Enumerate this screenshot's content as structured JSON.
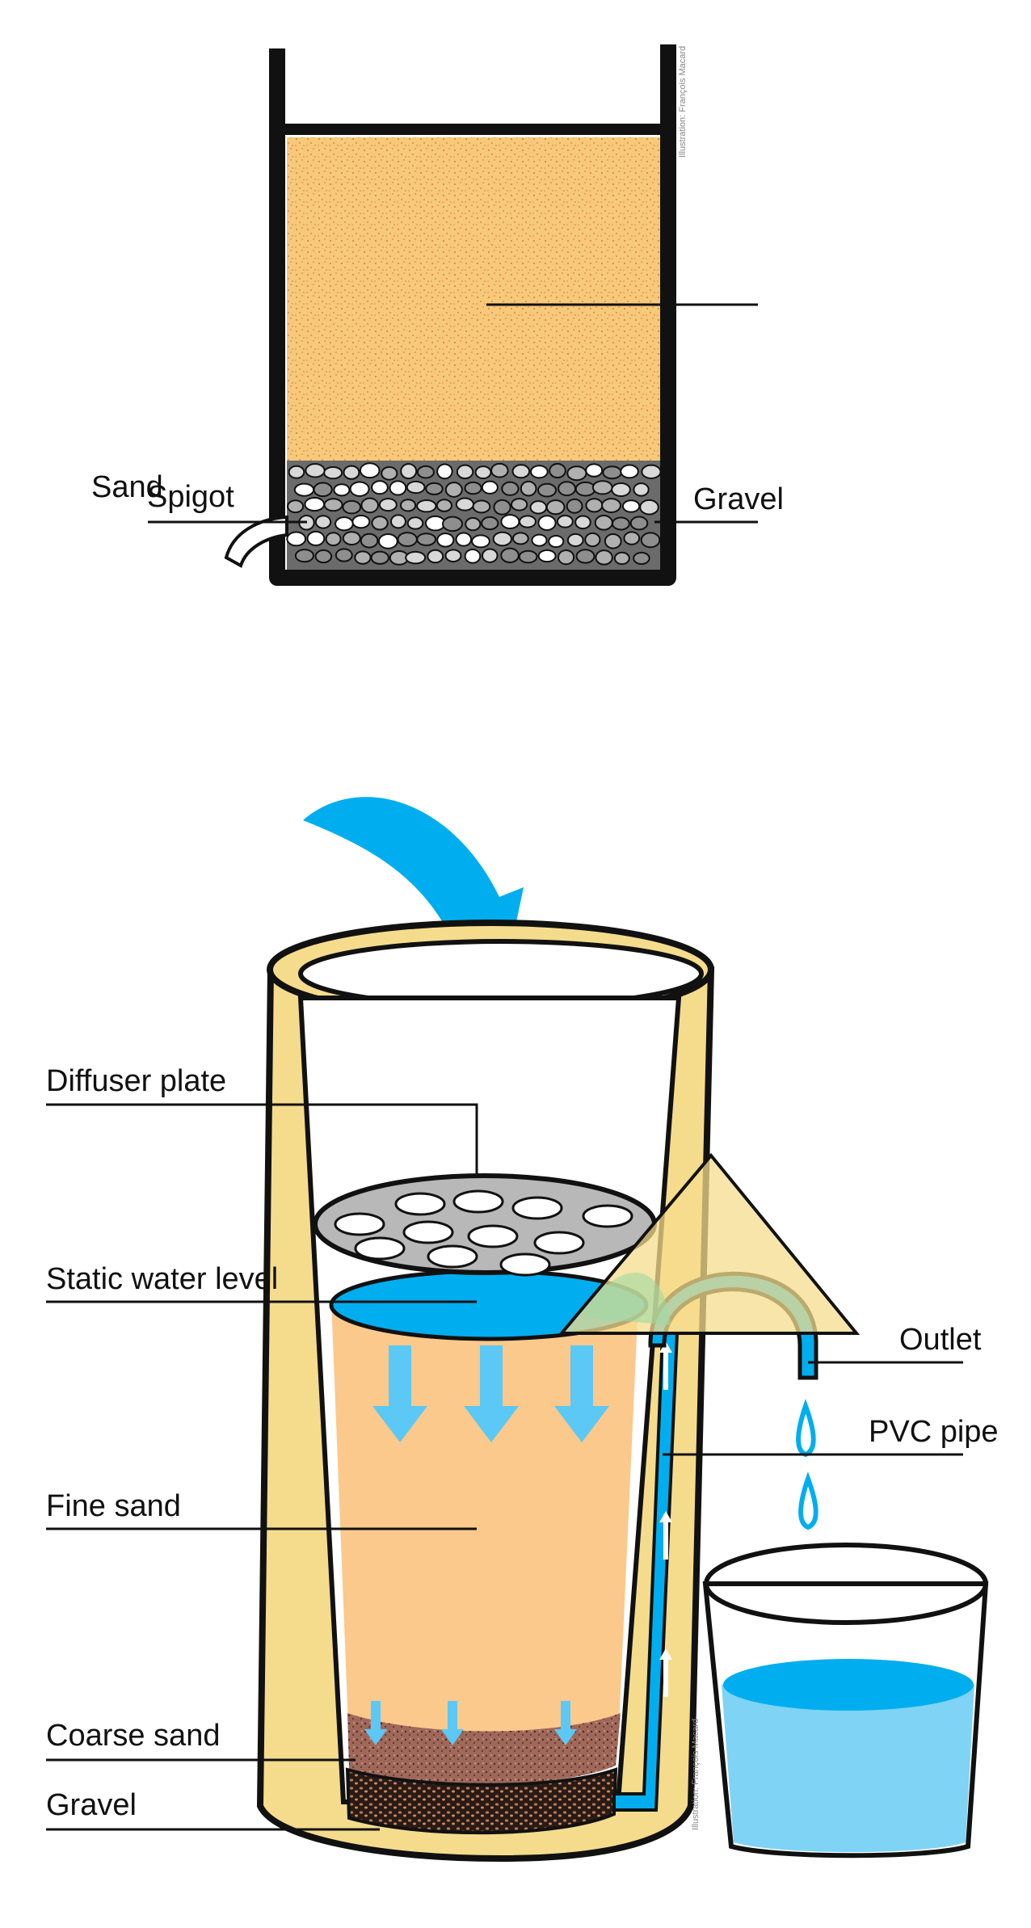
{
  "diagram1": {
    "labels": {
      "sand": "Sand",
      "spigot": "Spigot",
      "gravel": "Gravel"
    },
    "credit": "Illustration: François Macard"
  },
  "diagram2": {
    "labels": {
      "diffuser_plate": "Diffuser plate",
      "static_water_level": "Static water level",
      "fine_sand": "Fine sand",
      "coarse_sand": "Coarse sand",
      "gravel": "Gravel",
      "outlet": "Outlet",
      "pvc_pipe": "PVC pipe"
    },
    "credit": "Illustration: François Macard"
  },
  "colors": {
    "sand_fill": "#F7C97A",
    "sand_dots": "#E08A3C",
    "water_blue": "#00AEEF",
    "water_light": "#7FD3F5",
    "casing_yellow": "#F5DC8C",
    "fine_sand": "#FBC98C",
    "coarse_sand": "#A0685A",
    "outline": "#111111"
  }
}
